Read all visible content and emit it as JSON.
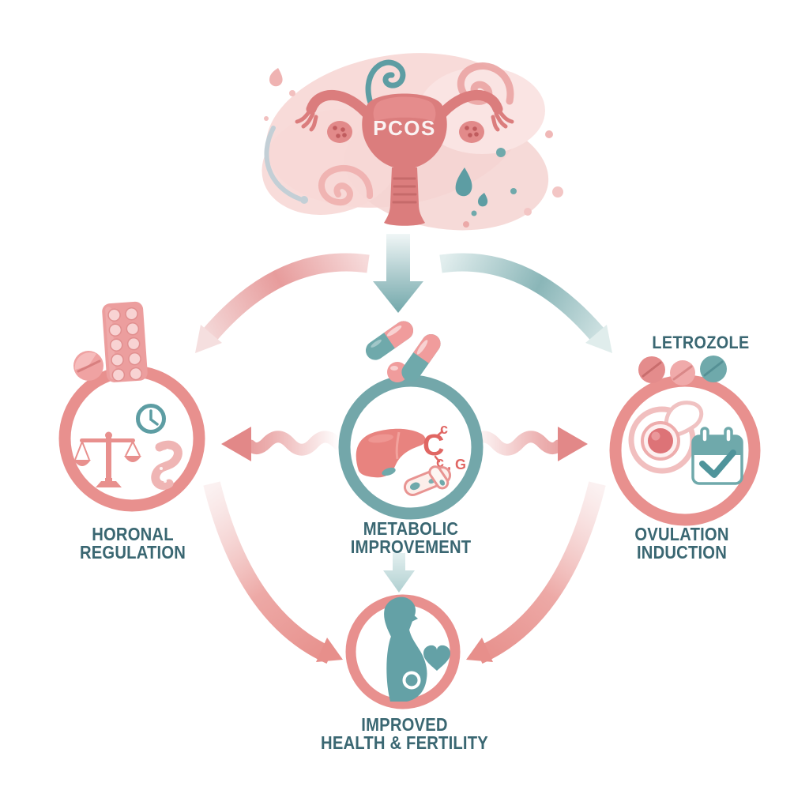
{
  "diagram_title": "PCOS",
  "source_node": {
    "label": "PCOS"
  },
  "branch_nodes": {
    "hormonal_regulation": {
      "label": "HORONAL REGULATION"
    },
    "metabolic_improvement": {
      "label_line1": "METABOLIC",
      "label_line2": "IMPROVEMENT"
    },
    "ovulation_induction": {
      "label": "OVULATION INDUCTION",
      "drug_label": "LETROZOLE"
    }
  },
  "outcome_node": {
    "label_line1": "IMPROVED",
    "label_line2": "HEALTH & FERTILITY"
  },
  "chemical_formula": {
    "main": "C",
    "branch_top": "c",
    "branch_bottom": "c",
    "suffix": ", G"
  },
  "flows": [
    {
      "from": "PCOS",
      "to": "HORONAL REGULATION",
      "style": "curved-pink-arrow"
    },
    {
      "from": "PCOS",
      "to": "METABOLIC IMPROVEMENT",
      "style": "straight-teal-arrow"
    },
    {
      "from": "PCOS",
      "to": "OVULATION INDUCTION",
      "style": "curved-teal-arrow"
    },
    {
      "from": "METABOLIC IMPROVEMENT",
      "to": "HORONAL REGULATION",
      "style": "wavy-pink-arrow"
    },
    {
      "from": "METABOLIC IMPROVEMENT",
      "to": "OVULATION INDUCTION",
      "style": "wavy-pink-arrow"
    },
    {
      "from": "HORONAL REGULATION",
      "to": "IMPROVED HEALTH & FERTILITY",
      "style": "curved-pink-arrow"
    },
    {
      "from": "METABOLIC IMPROVEMENT",
      "to": "IMPROVED HEALTH & FERTILITY",
      "style": "small-teal-arrow"
    },
    {
      "from": "OVULATION INDUCTION",
      "to": "IMPROVED HEALTH & FERTILITY",
      "style": "curved-pink-arrow"
    }
  ],
  "colors": {
    "background": "#ffffff",
    "pink_ring": "#e8908e",
    "pink_arrow": "#e79c9c",
    "pink_soft": "#f2b9b7",
    "pink_pale_blob": "#f8dbd9",
    "uterus_pink": "#db7d7d",
    "liver_pink": "#e8837f",
    "teal_ring": "#73a7aa",
    "teal_icon": "#5d9da3",
    "teal_deep": "#4f949b",
    "silhouette_teal": "#64a1a6",
    "label_text": "#3a6772",
    "formula_red": "#e06663",
    "pcos_text": "#faf3f3"
  },
  "icons": {
    "top": [
      "uterus-icon",
      "ovary-icon",
      "swirl-decoration-icon",
      "droplet-icon"
    ],
    "hormonal_circle": [
      "blister-pack-icon",
      "tablet-icon",
      "clock-icon",
      "balance-scale-icon",
      "hormone-squiggle-icon"
    ],
    "metabolic_circle": [
      "capsule-icon",
      "liver-icon",
      "chemical-formula-icon",
      "pill-band-icon"
    ],
    "ovulation_circle": [
      "tablet-icon",
      "ovum-icon",
      "calendar-check-icon"
    ],
    "outcome_circle": [
      "pregnant-woman-icon",
      "heart-icon"
    ]
  }
}
